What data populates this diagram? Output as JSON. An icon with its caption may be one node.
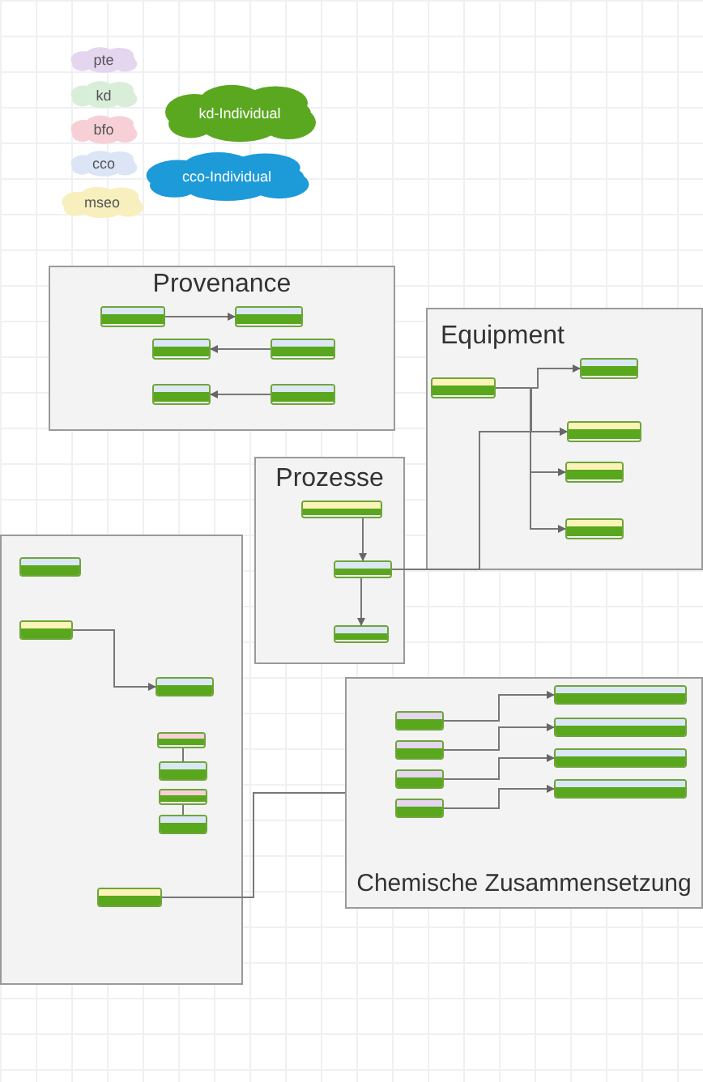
{
  "diagram": {
    "nodes": [
      {
        "text": [
          "pte"
        ]
      },
      {
        "text": [
          "kd"
        ]
      },
      {
        "text": [
          "bfo"
        ]
      },
      {
        "text": [
          "cco"
        ]
      },
      {
        "text": [
          "mseo"
        ]
      },
      {
        "text": [
          "kd-Individual"
        ]
      },
      {
        "text": [
          "cco-Individual"
        ]
      },
      {
        "text": [
          "Provenance"
        ]
      },
      {
        "text": [
          "Equipment"
        ]
      },
      {
        "text": [
          "Prozesse"
        ]
      },
      {
        "text": [],
        "shape": "box"
      },
      {
        "text": [
          "Chemische Zusammensetzung"
        ]
      },
      {
        "text": [],
        "shape": "box",
        "in": 7
      },
      {
        "text": [],
        "shape": "box",
        "in": 7
      },
      {
        "text": [],
        "shape": "box",
        "in": 7
      },
      {
        "text": [],
        "shape": "box",
        "in": 7
      },
      {
        "text": [],
        "shape": "box",
        "in": 7
      },
      {
        "text": [],
        "shape": "box",
        "in": 7
      },
      {
        "text": [],
        "shape": "box",
        "in": 8
      },
      {
        "text": [],
        "shape": "box",
        "in": 8
      },
      {
        "text": [],
        "shape": "box",
        "in": 8
      },
      {
        "text": [],
        "shape": "box",
        "in": 8
      },
      {
        "text": [],
        "shape": "box",
        "in": 8
      },
      {
        "text": [],
        "shape": "box",
        "in": 9
      },
      {
        "text": [],
        "shape": "box",
        "in": 9
      },
      {
        "text": [],
        "shape": "box",
        "in": 9
      },
      {
        "text": [],
        "shape": "box",
        "in": 10
      },
      {
        "text": [],
        "shape": "box",
        "in": 10
      },
      {
        "text": [],
        "shape": "box",
        "in": 10
      },
      {
        "text": [],
        "shape": "box",
        "in": 10
      },
      {
        "text": [],
        "shape": "box",
        "in": 10
      },
      {
        "text": [],
        "shape": "box",
        "in": 10
      },
      {
        "text": [],
        "shape": "box",
        "in": 10
      },
      {
        "text": [],
        "shape": "box",
        "in": 10
      },
      {
        "text": [],
        "shape": "box",
        "in": 11
      },
      {
        "text": [],
        "shape": "box",
        "in": 11
      },
      {
        "text": [],
        "shape": "box",
        "in": 11
      },
      {
        "text": [],
        "shape": "box",
        "in": 11
      },
      {
        "text": [],
        "shape": "box",
        "in": 11
      },
      {
        "text": [],
        "shape": "box",
        "in": 11
      },
      {
        "text": [],
        "shape": "box",
        "in": 11
      },
      {
        "text": [],
        "shape": "box",
        "in": 11
      }
    ],
    "edges": [
      {
        "from": 12,
        "to": 13,
        "arrow": "to"
      },
      {
        "from": 15,
        "to": 14,
        "arrow": "to"
      },
      {
        "from": 17,
        "to": 16,
        "arrow": "to"
      },
      {
        "from": 18,
        "to": 19,
        "arrow": "to"
      },
      {
        "from": 18,
        "to": 20,
        "arrow": "to"
      },
      {
        "from": 18,
        "to": 21,
        "arrow": "to"
      },
      {
        "from": 18,
        "to": 22,
        "arrow": "to"
      },
      {
        "from": 23,
        "to": 24,
        "arrow": "to"
      },
      {
        "from": 24,
        "to": 25,
        "arrow": "to"
      },
      {
        "from": 34,
        "to": 38,
        "arrow": "to"
      },
      {
        "from": 35,
        "to": 39,
        "arrow": "to"
      },
      {
        "from": 36,
        "to": 40,
        "arrow": "to"
      },
      {
        "from": 37,
        "to": 41,
        "arrow": "to"
      },
      {
        "from": 27,
        "to": 28,
        "arrow": "to"
      },
      {
        "from": 29,
        "to": 30,
        "arrow": "none"
      },
      {
        "from": 31,
        "to": 32,
        "arrow": "none"
      },
      {
        "from": 24,
        "to": 20,
        "arrow": "to"
      },
      {
        "from": 33,
        "to": 11,
        "arrow": "none"
      }
    ]
  }
}
